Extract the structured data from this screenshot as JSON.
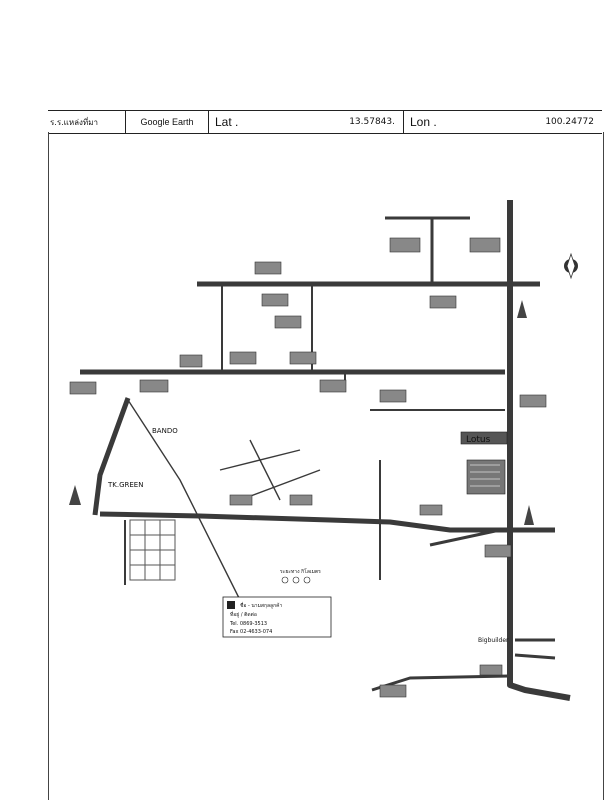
{
  "header": {
    "location_name": "ร.ร.แหล่งที่มา",
    "source": "Google Earth",
    "lat_label": "Lat .",
    "lat_value": "13.57843.",
    "lon_label": "Lon .",
    "lon_value": "100.24772"
  },
  "map": {
    "road_color": "#3a3a3a",
    "road_fill": "#6a6a6a",
    "poi_labels": {
      "lotus": "Lotus",
      "bando": "BANDO",
      "tkgreen": "TK.GREEN",
      "bigbuilding": "Bigbuilder"
    },
    "info_box": {
      "line1": "ชื่อ - นามสกุลลูกค้า",
      "line2": "ที่อยู่ / ติดต่อ",
      "line3": "Tel. 0869-3513",
      "line4": "Fax 02-4633-074"
    },
    "scale_label": "ระยะทาง กิโลเมตร"
  }
}
